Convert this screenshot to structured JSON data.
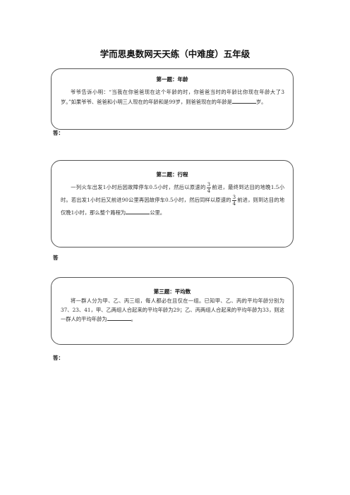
{
  "page": {
    "title": "学而思奥数网天天练（中难度）五年级"
  },
  "problems": [
    {
      "heading": "第一题：年龄",
      "text_before": "爷爷告诉小明：“当我在你爸爸现在这个年龄的时，你爸爸当时的年龄比你现在年龄大了3岁。”如果爷爷、爸爸和小明三人现在的年龄和是99岁，则爸爸现在的年龄是",
      "text_after": "岁。",
      "answer_label": "答："
    },
    {
      "heading": "第二题：行程",
      "part1": "一列火车出发1小时后因故障停车0.5小时，然后以原速的",
      "part2": "前进，最终到达目的地晚1.5小时。若出发1小时后又前进90公里再因故停车0.5小时，然后同样以原速的",
      "part3": "前进，则到达目的地仅晚1小时，那么整个路程为",
      "part4": "公里。",
      "fraction": {
        "numerator": "3",
        "denominator": "4"
      },
      "answer_label": "答"
    },
    {
      "heading": "第三题：平均数",
      "text_before": "将一群人分为甲、乙、丙三组，每人都必在且仅在一组。已知甲、乙、丙的平均年龄分别为37、23、41，甲、乙两组人合起来的平均年龄为29；乙、丙两组人合起来的平均年龄为33，则这一群人的平均年龄为",
      "text_after": "。",
      "answer_label": "答："
    }
  ]
}
